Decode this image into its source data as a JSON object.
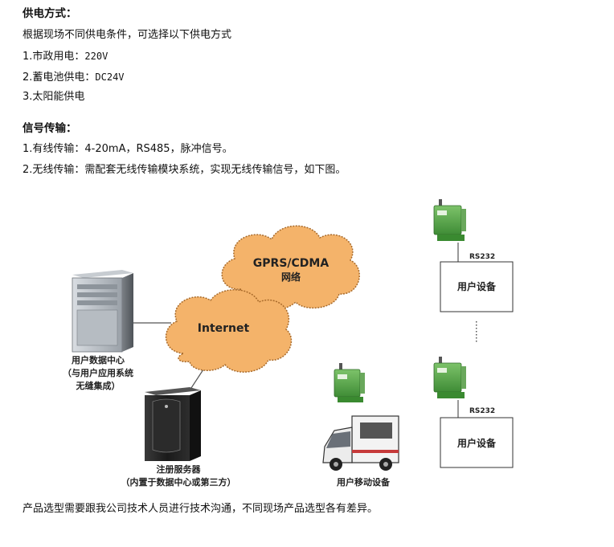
{
  "power": {
    "heading": "供电方式：",
    "intro": "根据现场不同供电条件，可选择以下供电方式",
    "items": [
      {
        "label": "1.市政用电：",
        "value": "220V"
      },
      {
        "label": "2.蓄电池供电：",
        "value": "DC24V"
      },
      {
        "label": "3.太阳能供电",
        "value": ""
      }
    ]
  },
  "signal": {
    "heading": "信号传输：",
    "items": [
      {
        "label": "1.有线传输：",
        "value": "4-20mA，RS485，脉冲信号。"
      },
      {
        "label": "2.无线传输：",
        "value": "需配套无线传输模块系统，实现无线传输信号，如下图。"
      }
    ]
  },
  "diagram": {
    "cloud_gprs_line1": "GPRS/CDMA",
    "cloud_gprs_line2": "网络",
    "cloud_internet": "Internet",
    "datacenter_line1": "用户数据中心",
    "datacenter_line2": "（与用户应用系统",
    "datacenter_line3": "无缝集成）",
    "server_line1": "注册服务器",
    "server_line2": "（内置于数据中心或第三方）",
    "mobile_label": "用户移动设备",
    "rs232_top": "RS232",
    "rs232_bottom": "RS232",
    "device_top": "用户设备",
    "device_bottom": "用户设备"
  },
  "footer": "产品选型需要跟我公司技术人员进行技术沟通，不同现场产品选型各有差异。"
}
